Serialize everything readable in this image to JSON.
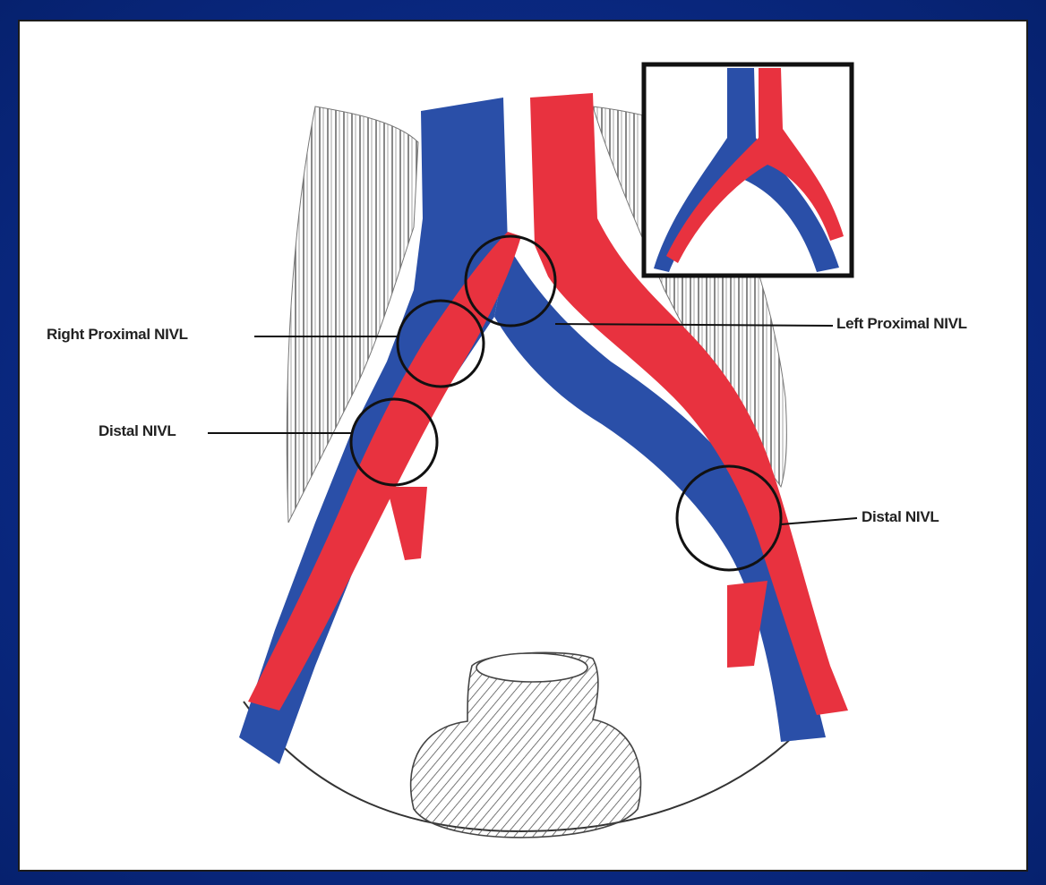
{
  "labels": {
    "right_proximal": "Right Proximal NIVL",
    "left_proximal": "Left Proximal NIVL",
    "distal_left_side": "Distal NIVL",
    "distal_right_side": "Distal NIVL"
  },
  "colors": {
    "vein": "#2a4fa8",
    "artery": "#e8323f",
    "background": "#0b2a86",
    "frame": "#ffffff"
  }
}
